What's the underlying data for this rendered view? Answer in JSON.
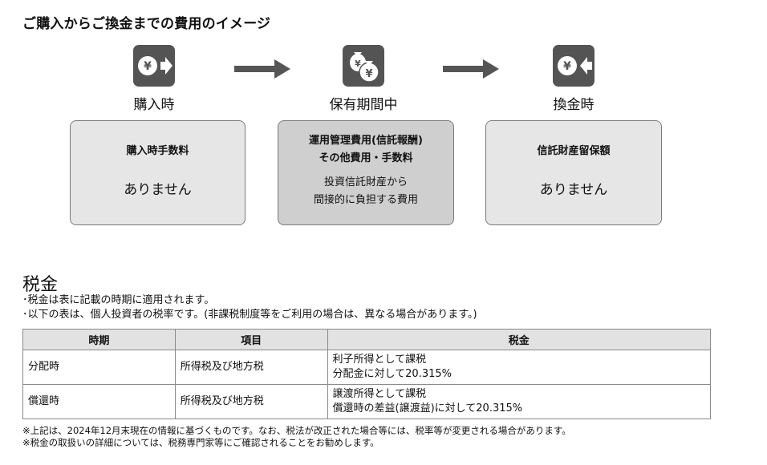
{
  "header": {
    "title": "ご購入からご換金までの費用のイメージ"
  },
  "stages": [
    {
      "label": "購入時",
      "icon": "yen-in-icon",
      "box_title": "購入時手数料",
      "box_body": "ありません"
    },
    {
      "label": "保有期間中",
      "icon": "money-bags-icon",
      "box_title_line1": "運用管理費用(信託報酬)",
      "box_title_line2": "その他費用・手数料",
      "box_body_line1": "投資信託財産から",
      "box_body_line2": "間接的に負担する費用"
    },
    {
      "label": "換金時",
      "icon": "yen-out-icon",
      "box_title": "信託財産留保額",
      "box_body": "ありません"
    }
  ],
  "tax": {
    "heading": "税金",
    "notes": [
      "･税金は表に記載の時期に適用されます。",
      "･以下の表は、個人投資者の税率です。(非課税制度等をご利用の場合は、異なる場合があります。)"
    ],
    "columns": [
      "時期",
      "項目",
      "税金"
    ],
    "rows": [
      {
        "period": "分配時",
        "item": "所得税及び地方税",
        "tax_line1": "利子所得として課税",
        "tax_line2": "分配金に対して20.315%"
      },
      {
        "period": "償還時",
        "item": "所得税及び地方税",
        "tax_line1": "譲渡所得として課税",
        "tax_line2": "償還時の差益(譲渡益)に対して20.315%"
      }
    ],
    "footnotes": [
      "※上記は、2024年12月末現在の情報に基づくものです。なお、税法が改正された場合等には、税率等が変更される場合があります。",
      "※税金の取扱いの詳細については、税務専門家等にご確認されることをお勧めします。"
    ]
  },
  "colors": {
    "icon_bg": "#545454",
    "arrow": "#555555",
    "box_light": "#e6e6e6",
    "box_dark": "#cfcfcf",
    "table_header": "#e2e2e2"
  }
}
